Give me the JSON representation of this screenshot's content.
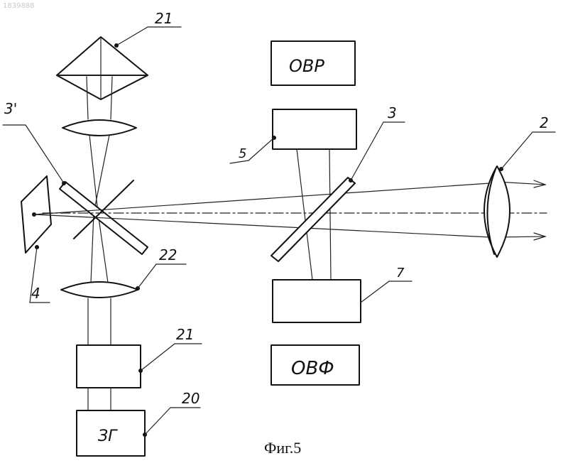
{
  "figure": {
    "watermark": "1839888",
    "caption": "Фиг.5",
    "labels": {
      "label_21_top": "21",
      "label_3_prime": "3'",
      "label_4": "4",
      "label_22": "22",
      "label_21": "21",
      "label_20": "20",
      "label_3": "3",
      "label_2": "2",
      "label_5": "5",
      "label_7": "7"
    },
    "blocks": {
      "ovr_top": "ОВР",
      "ovf_bottom": "ОВФ",
      "zg": "ЗГ"
    }
  }
}
